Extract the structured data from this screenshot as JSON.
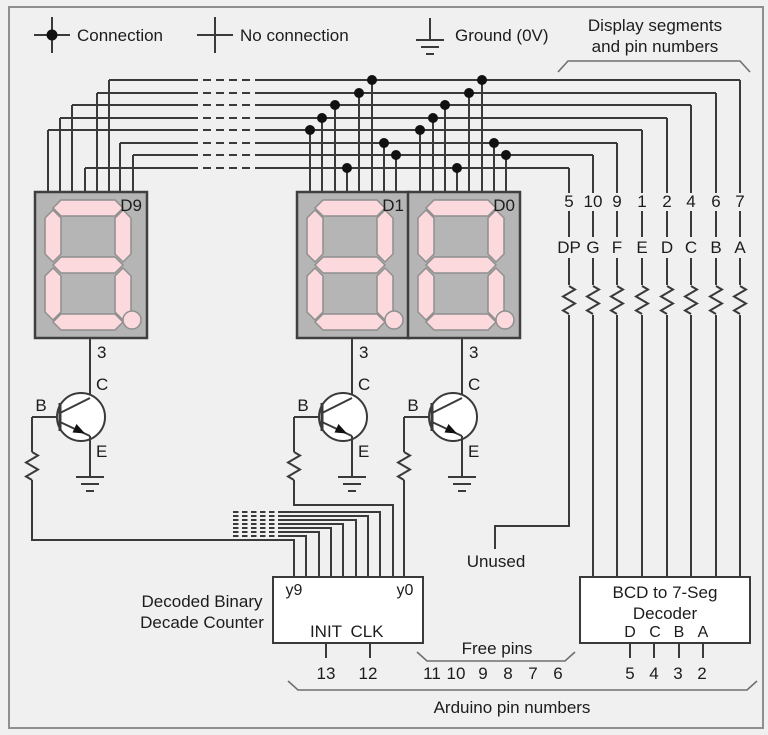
{
  "legend": {
    "connection": "Connection",
    "no_connection": "No connection",
    "ground": "Ground (0V)"
  },
  "top_brace_label": {
    "line1": "Display segments",
    "line2": "and pin numbers"
  },
  "displays": {
    "d9": "D9",
    "d1": "D1",
    "d0": "D0",
    "common_pin": "3"
  },
  "transistor": {
    "base": "B",
    "collector": "C",
    "emitter": "E"
  },
  "segments": {
    "pins": [
      "5",
      "10",
      "9",
      "1",
      "2",
      "4",
      "6",
      "7"
    ],
    "names": [
      "DP",
      "G",
      "F",
      "E",
      "D",
      "C",
      "B",
      "A"
    ]
  },
  "unused_label": "Unused",
  "counter": {
    "caption_line1": "Decoded Binary",
    "caption_line2": "Decade Counter",
    "y9": "y9",
    "y0": "y0",
    "init": "INIT",
    "clk": "CLK",
    "init_pin": "13",
    "clk_pin": "12"
  },
  "free_pins": {
    "label": "Free pins",
    "pins": [
      "11",
      "10",
      "9",
      "8",
      "7",
      "6"
    ]
  },
  "decoder": {
    "line1": "BCD to 7-Seg",
    "line2": "Decoder",
    "inputs": [
      "D",
      "C",
      "B",
      "A"
    ],
    "pins": [
      "5",
      "4",
      "3",
      "2"
    ]
  },
  "arduino_label": "Arduino pin numbers",
  "colors": {
    "wire": "#3a3a3a",
    "display_body": "#b5b5b5",
    "segment_fill": "#fbd9dc",
    "background": "#f0f0f1"
  }
}
